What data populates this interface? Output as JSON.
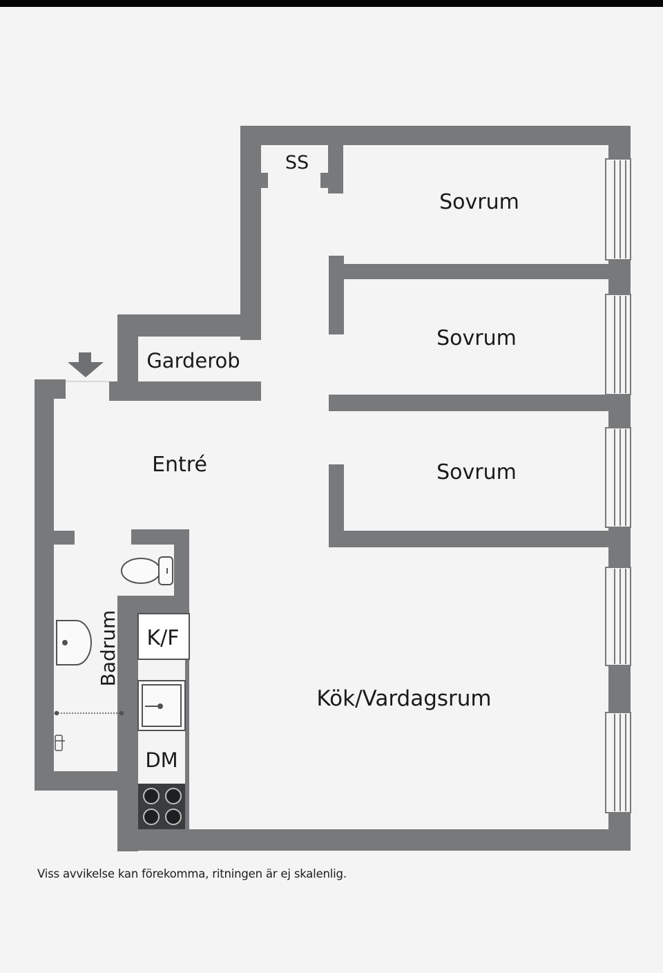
{
  "plan": {
    "rooms": {
      "ss": "SS",
      "sovrum_1": "Sovrum",
      "sovrum_2": "Sovrum",
      "sovrum_3": "Sovrum",
      "garderob": "Garderob",
      "entre": "Entré",
      "badrum": "Badrum",
      "kf": "K/F",
      "dm": "DM",
      "kok_vardagsrum": "Kök/Vardagsrum"
    },
    "wall_color": "#77797b",
    "floor_color": "#f4f4f4",
    "entrance_arrow_icon": "down-arrow-icon"
  },
  "disclaimer": "Viss avvikelse kan förekomma, ritningen är ej skalenlig."
}
